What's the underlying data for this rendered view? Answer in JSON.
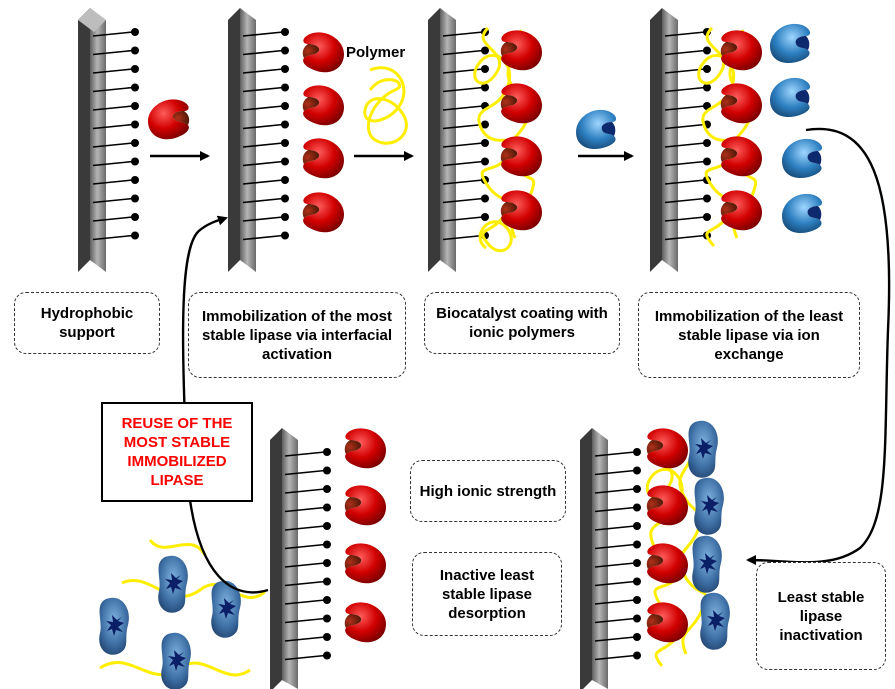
{
  "labels": {
    "polymer": "Polymer",
    "hydrophobic_support": "Hydrophobic support",
    "immobilization_stable": "Immobilization of the most stable lipase via interfacial activation",
    "biocatalyst_coating": "Biocatalyst coating with ionic polymers",
    "immobilization_least": "Immobilization of the least stable lipase via ion exchange",
    "high_ionic": "High ionic strength",
    "desorption": "Inactive least stable lipase desorption",
    "inactivation": "Least stable lipase inactivation",
    "reuse": "REUSE OF THE MOST STABLE IMMOBILIZED LIPASE"
  },
  "colors": {
    "stable_lipase": "#cc0000",
    "least_stable_lipase": "#2d7fc0",
    "inactive_lipase": "#3e6fa5",
    "polymer": "#ffee00",
    "support": "#8c8c8c",
    "reuse_text": "#ff0000"
  }
}
